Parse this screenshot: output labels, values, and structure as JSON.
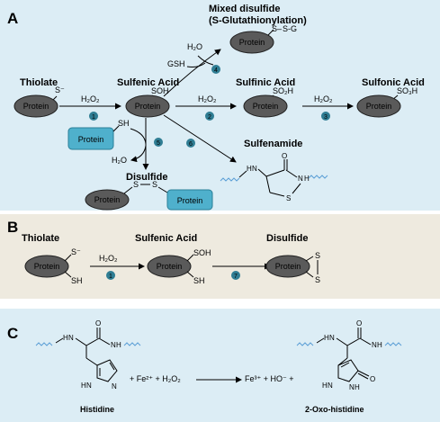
{
  "colors": {
    "panelA_bg": "#dcedf5",
    "panelB_bg": "#eeeadf",
    "panelC_bg": "#dcedf5",
    "protein_dark": "#5a5a5a",
    "protein_blue": "#4fb0cc",
    "step_badge": "#2f7d93",
    "highlight_orange": "#e07b1e",
    "wavy_blue": "#5b9fd6"
  },
  "panelA": {
    "letter": "A",
    "thiolate_label": "Thiolate",
    "thiolate_charge": "S⁻",
    "protein": "Protein",
    "sulfenic_label": "Sulfenic Acid",
    "sulfenic_group": "SOH",
    "sulfinic_label": "Sulfinic Acid",
    "sulfinic_group": "SO₂H",
    "sulfonic_label": "Sulfonic Acid",
    "sulfonic_group": "SO₃H",
    "mixed_title_1": "Mixed disulfide",
    "mixed_title_2": "(S-Glutathionylation)",
    "mixed_group_s": "S–",
    "mixed_group_sg": "S-G",
    "h2o": "H₂O",
    "gsh": "GSH",
    "h2o2": "H₂O₂",
    "sh": "SH",
    "disulfide_label": "Disulfide",
    "disulfide_s1": "S",
    "disulfide_s2": "S",
    "sulfenamide_label": "Sulfenamide",
    "sulfenamide_o": "O",
    "sulfenamide_h": "H",
    "sulfenamide_n": "N",
    "sulfenamide_s": "S",
    "steps": [
      "1",
      "2",
      "3",
      "4",
      "5",
      "6"
    ]
  },
  "panelB": {
    "letter": "B",
    "thiolate_label": "Thiolate",
    "thiolate_charge": "S⁻",
    "sh": "SH",
    "protein": "Protein",
    "h2o2": "H₂O₂",
    "sulfenic_label": "Sulfenic Acid",
    "soh": "SOH",
    "disulfide_label": "Disulfide",
    "s1": "S",
    "s2": "S",
    "steps": [
      "1",
      "7"
    ]
  },
  "panelC": {
    "letter": "C",
    "histidine_label": "Histidine",
    "oxo_label": "2-Oxo-histidine",
    "reactants": "+ Fe²⁺ + H₂O₂",
    "products": "Fe³⁺ + HO⁻ +",
    "h": "H",
    "n": "N",
    "o": "O"
  }
}
